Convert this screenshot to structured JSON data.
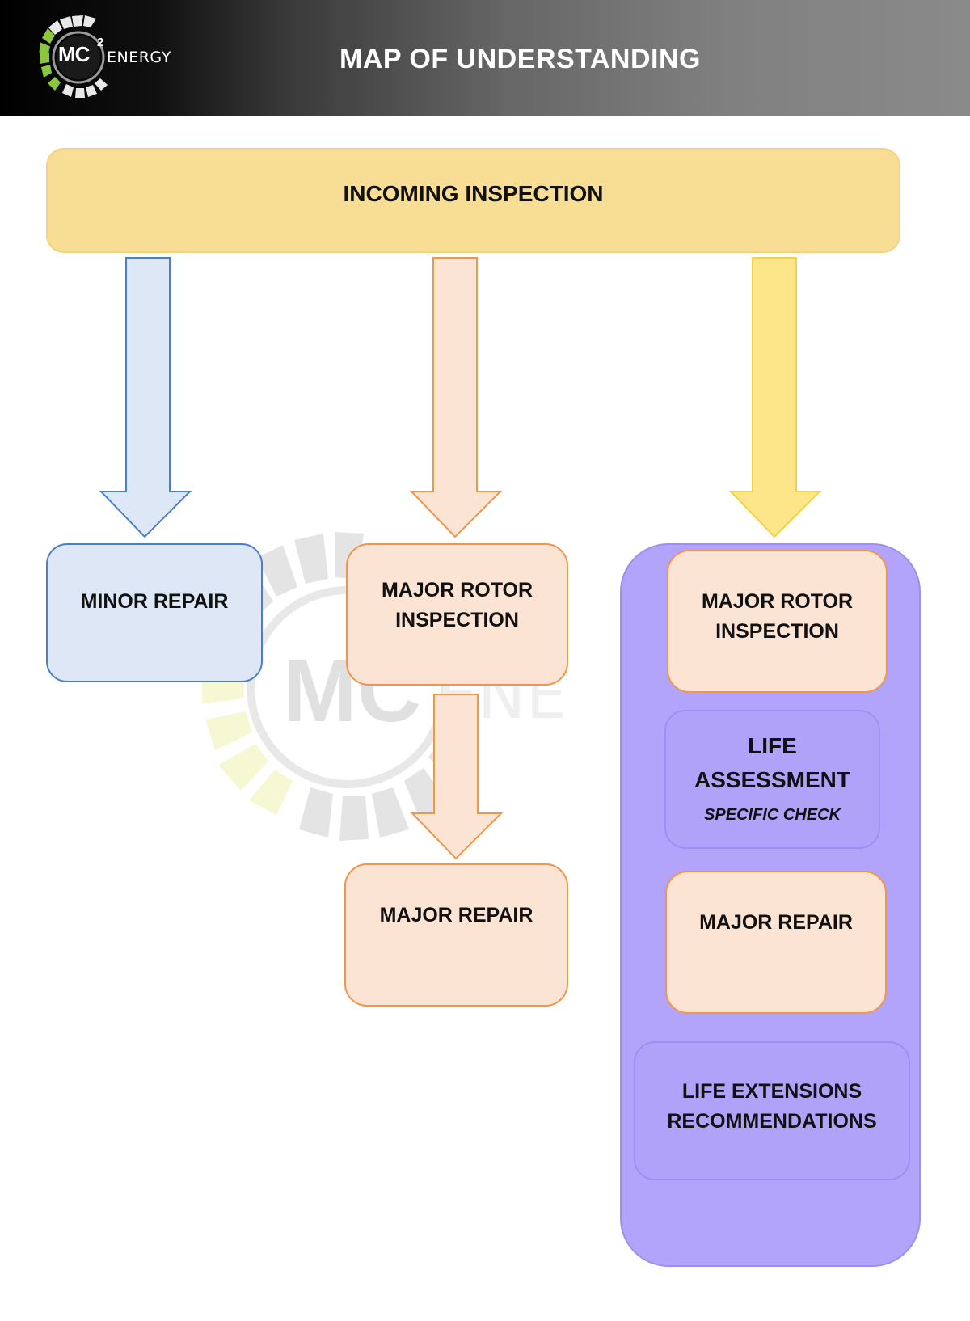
{
  "header": {
    "title": "MAP OF UNDERSTANDING",
    "logo": {
      "mark": "MC",
      "superscript": "2",
      "wordmark": "ENERGY"
    }
  },
  "diagram": {
    "root": {
      "label": "INCOMING INSPECTION",
      "color": "#f8dd95"
    },
    "branches": [
      {
        "id": "minor",
        "arrow_color": "#dee7f5",
        "arrow_stroke": "#4a7fcf",
        "nodes": [
          {
            "label": "MINOR REPAIR"
          }
        ]
      },
      {
        "id": "major",
        "arrow_color": "#fce4d5",
        "arrow_stroke": "#f0954c",
        "nodes": [
          {
            "line1": "MAJOR ROTOR",
            "line2": "INSPECTION"
          },
          {
            "label": "MAJOR REPAIR"
          }
        ]
      },
      {
        "id": "life",
        "arrow_color": "#fde68a",
        "arrow_stroke": "#f2d24a",
        "panel_color": "#b3a4fb",
        "nodes": [
          {
            "line1": "MAJOR ROTOR",
            "line2": "INSPECTION"
          },
          {
            "line1": "LIFE",
            "line2": "ASSESSMENT",
            "note": "SPECIFIC CHECK"
          },
          {
            "label": "MAJOR REPAIR"
          },
          {
            "line1": "LIFE EXTENSIONS",
            "line2": "RECOMMENDATIONS"
          }
        ]
      }
    ]
  }
}
